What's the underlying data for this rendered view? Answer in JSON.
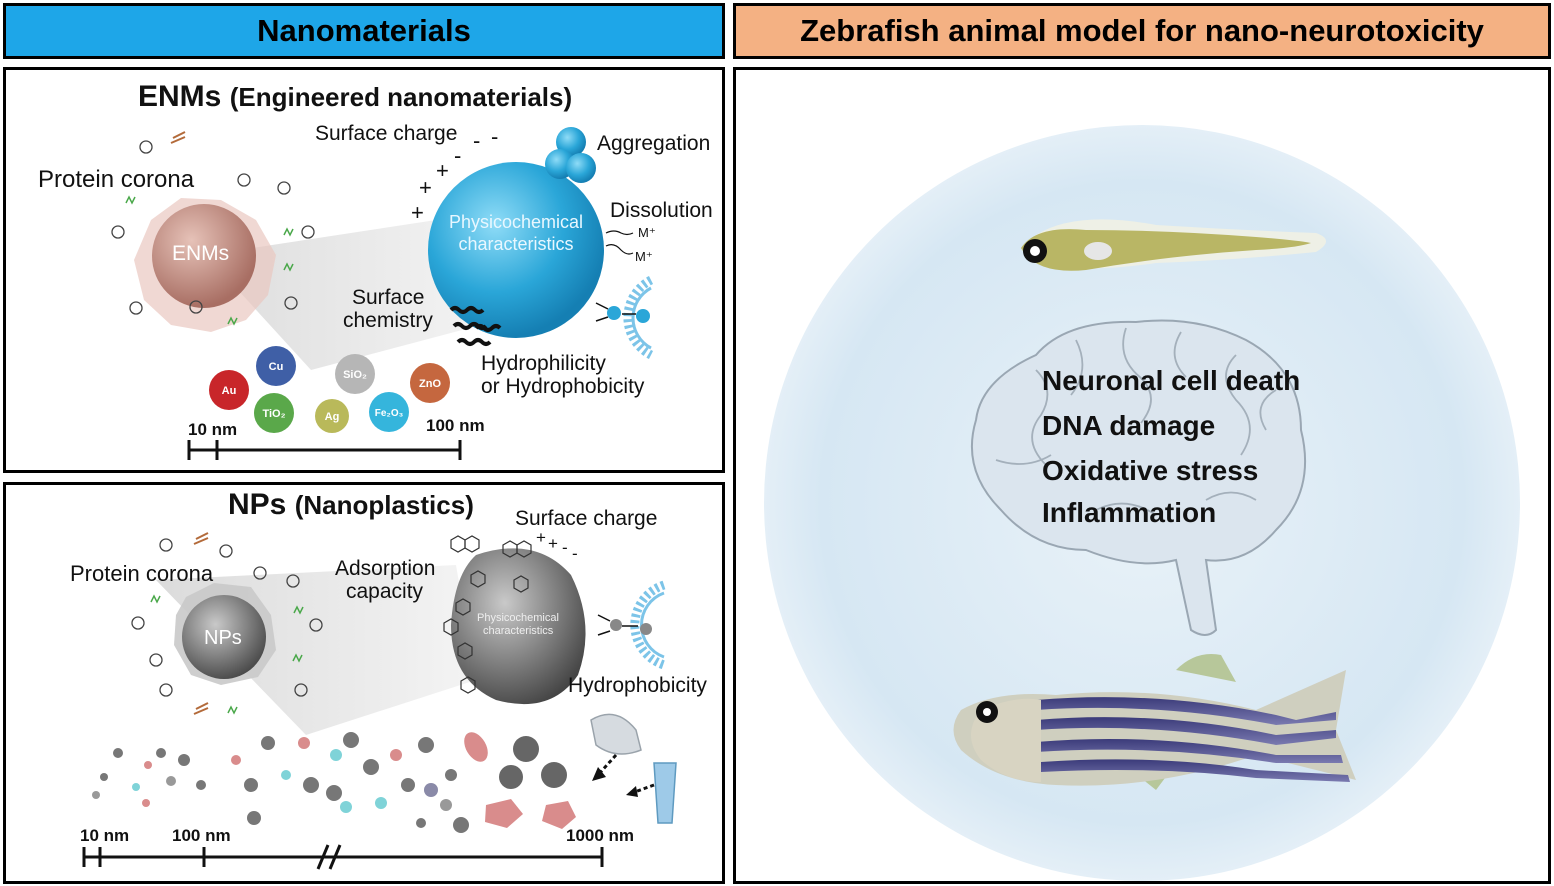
{
  "header": {
    "left_title": "Nanomaterials",
    "right_title": "Zebrafish animal model for nano-neurotoxicity"
  },
  "enm": {
    "title_main": "ENMs",
    "title_sub": "(Engineered nanomaterials)",
    "protein_corona": "Protein corona",
    "core_label": "ENMs",
    "surface_charge": "Surface charge",
    "aggregation": "Aggregation",
    "dissolution": "Dissolution",
    "ion": "M⁺",
    "physchem": "Physicochemical characteristics",
    "surface_chemistry_1": "Surface",
    "surface_chemistry_2": "chemistry",
    "hydro_1": "Hydrophilicity",
    "hydro_2": "or Hydrophobicity",
    "particles": [
      "Au",
      "Cu",
      "TiO₂",
      "SiO₂",
      "Ag",
      "Fe₂O₃",
      "ZnO"
    ],
    "scale_min": "10 nm",
    "scale_max": "100 nm",
    "colors": {
      "core": "#c49186",
      "sphere": "#27a3d6"
    }
  },
  "np": {
    "title_main": "NPs",
    "title_sub": "(Nanoplastics)",
    "protein_corona": "Protein corona",
    "core_label": "NPs",
    "surface_charge": "Surface charge",
    "adsorption_1": "Adsorption",
    "adsorption_2": "capacity",
    "physchem_1": "Physicochemical",
    "physchem_2": "characteristics",
    "hydrophobicity": "Hydrophobicity",
    "scale_1": "10 nm",
    "scale_2": "100 nm",
    "scale_3": "1000 nm",
    "colors": {
      "sphere": "#6b6b6b"
    }
  },
  "zebrafish": {
    "effects": [
      "Neuronal cell death",
      "DNA damage",
      "Oxidative stress",
      "Inflammation"
    ],
    "colors": {
      "circle": "#d8e9f4",
      "brain": "#dfe9f1"
    }
  }
}
